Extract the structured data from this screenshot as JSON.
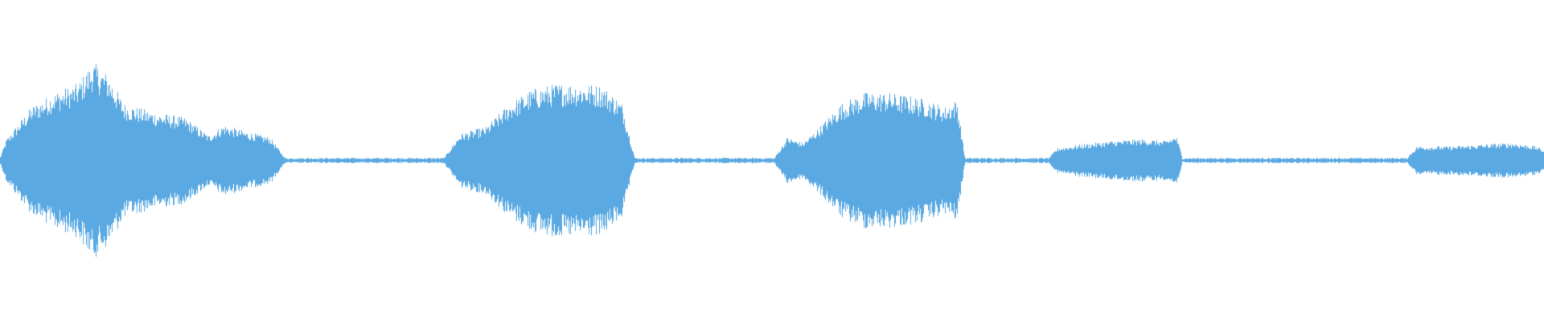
{
  "waveform": {
    "color": "#5aa9e2",
    "background": "#ffffff",
    "segments": [
      {
        "name": "segment-1",
        "start_frac": 0.0,
        "end_frac": 0.184,
        "envelope": [
          [
            0.0,
            0.02
          ],
          [
            0.004,
            0.12
          ],
          [
            0.02,
            0.3
          ],
          [
            0.035,
            0.38
          ],
          [
            0.05,
            0.43
          ],
          [
            0.06,
            0.55
          ],
          [
            0.07,
            0.48
          ],
          [
            0.08,
            0.32
          ],
          [
            0.1,
            0.27
          ],
          [
            0.12,
            0.24
          ],
          [
            0.135,
            0.14
          ],
          [
            0.145,
            0.2
          ],
          [
            0.16,
            0.16
          ],
          [
            0.175,
            0.13
          ],
          [
            0.184,
            0.02
          ]
        ]
      },
      {
        "name": "segment-2",
        "start_frac": 0.288,
        "end_frac": 0.411,
        "envelope": [
          [
            0.288,
            0.02
          ],
          [
            0.298,
            0.15
          ],
          [
            0.315,
            0.19
          ],
          [
            0.33,
            0.32
          ],
          [
            0.345,
            0.4
          ],
          [
            0.36,
            0.43
          ],
          [
            0.375,
            0.43
          ],
          [
            0.39,
            0.42
          ],
          [
            0.403,
            0.32
          ],
          [
            0.411,
            0.02
          ]
        ]
      },
      {
        "name": "segment-3",
        "start_frac": 0.502,
        "end_frac": 0.625,
        "envelope": [
          [
            0.502,
            0.02
          ],
          [
            0.51,
            0.13
          ],
          [
            0.52,
            0.1
          ],
          [
            0.53,
            0.18
          ],
          [
            0.545,
            0.32
          ],
          [
            0.56,
            0.38
          ],
          [
            0.575,
            0.38
          ],
          [
            0.59,
            0.36
          ],
          [
            0.6,
            0.34
          ],
          [
            0.612,
            0.3
          ],
          [
            0.62,
            0.34
          ],
          [
            0.625,
            0.02
          ]
        ]
      },
      {
        "name": "segment-4",
        "start_frac": 0.68,
        "end_frac": 0.766,
        "envelope": [
          [
            0.68,
            0.02
          ],
          [
            0.685,
            0.07
          ],
          [
            0.7,
            0.09
          ],
          [
            0.72,
            0.11
          ],
          [
            0.74,
            0.12
          ],
          [
            0.755,
            0.11
          ],
          [
            0.762,
            0.14
          ],
          [
            0.766,
            0.02
          ]
        ]
      },
      {
        "name": "segment-5",
        "start_frac": 0.912,
        "end_frac": 1.0,
        "envelope": [
          [
            0.912,
            0.02
          ],
          [
            0.918,
            0.08
          ],
          [
            0.94,
            0.08
          ],
          [
            0.96,
            0.09
          ],
          [
            0.98,
            0.1
          ],
          [
            0.995,
            0.08
          ],
          [
            1.0,
            0.06
          ]
        ]
      }
    ],
    "silence_amplitude": 0.012
  }
}
